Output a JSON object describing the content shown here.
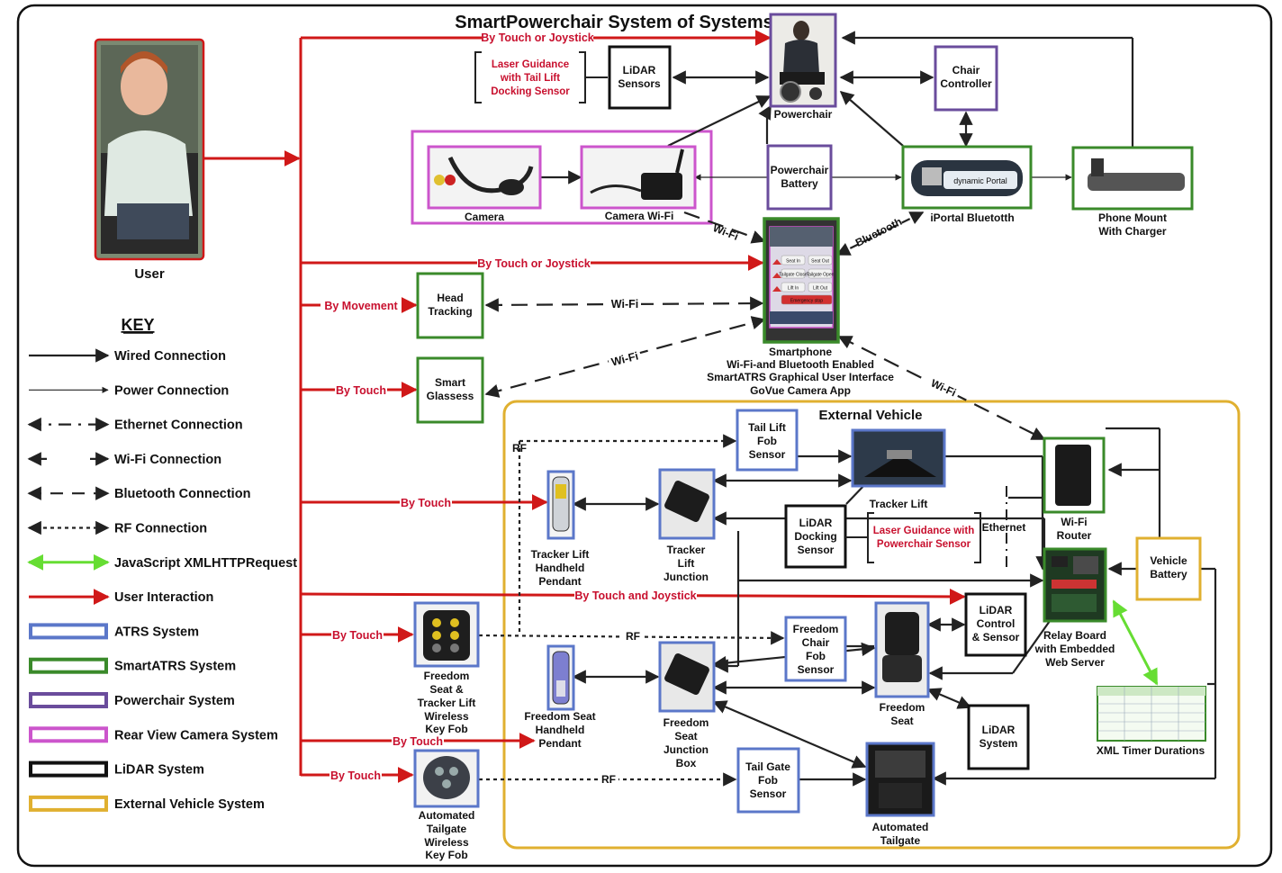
{
  "title": "SmartPowerchair System of Systems",
  "colors": {
    "atrs": "#5b77c9",
    "smartatrs": "#3a8a2a",
    "powerchair": "#6a4c9c",
    "camera": "#cc55cc",
    "lidar": "#111111",
    "vehicle": "#e0b030",
    "interaction": "#d01818",
    "xmlhttp": "#66dd33"
  },
  "user": {
    "label": "User"
  },
  "key": {
    "heading": "KEY",
    "items": [
      {
        "label": "Wired Connection",
        "style": "wired"
      },
      {
        "label": "Power Connection",
        "style": "power"
      },
      {
        "label": "Ethernet Connection",
        "style": "ethernet"
      },
      {
        "label": "Wi-Fi Connection",
        "style": "wifi"
      },
      {
        "label": "Bluetooth Connection",
        "style": "bluetooth"
      },
      {
        "label": "RF Connection",
        "style": "rf"
      },
      {
        "label": "JavaScript XMLHTTPRequest",
        "style": "xmlhttp"
      },
      {
        "label": "User Interaction",
        "style": "interaction"
      },
      {
        "label": "ATRS System",
        "style": "atrs-box"
      },
      {
        "label": "SmartATRS System",
        "style": "smartatrs-box"
      },
      {
        "label": "Powerchair System",
        "style": "powerchair-box"
      },
      {
        "label": "Rear View Camera System",
        "style": "camera-box"
      },
      {
        "label": "LiDAR System",
        "style": "lidar-box"
      },
      {
        "label": "External Vehicle System",
        "style": "vehicle-box"
      }
    ]
  },
  "nodes": {
    "lidar_sensors": [
      "LiDAR",
      "Sensors"
    ],
    "laser_guidance_1": [
      "Laser Guidance",
      "with Tail Lift",
      "Docking Sensor"
    ],
    "chair_controller": [
      "Chair",
      "Controller"
    ],
    "powerchair": "Powerchair",
    "powerchair_battery": [
      "Powerchair",
      "Battery"
    ],
    "camera": "Camera",
    "camera_wifi": "Camera Wi-Fi",
    "iportal": "iPortal Bluetotth",
    "iportal_device_text": "dynamic Portal",
    "phone_mount": [
      "Phone Mount",
      "With Charger"
    ],
    "smartphone": [
      "Smartphone",
      "Wi-Fi-and Bluetooth Enabled",
      "SmartATRS Graphical User Interface",
      "GoVue Camera App"
    ],
    "smartphone_buttons": [
      "Seat In",
      "Seat Out",
      "Tailgate Close",
      "Tailgate Open",
      "Lift In",
      "Lift Out",
      "Emergency stop"
    ],
    "head_tracking": [
      "Head",
      "Tracking"
    ],
    "smart_glasses": [
      "Smart",
      "Glassess"
    ],
    "external_vehicle": "External Vehicle",
    "tail_lift_fob": [
      "Tail Lift",
      "Fob",
      "Sensor"
    ],
    "tracker_lift": "Tracker Lift",
    "wifi_router": [
      "Wi-Fi",
      "Router"
    ],
    "tracker_lift_pendant": [
      "Tracker Lift",
      "Handheld",
      "Pendant"
    ],
    "tracker_lift_junction": [
      "Tracker",
      "Lift",
      "Junction"
    ],
    "lidar_docking": [
      "LiDAR",
      "Docking",
      "Sensor"
    ],
    "laser_guidance_2": [
      "Laser Guidance with",
      "Powerchair Sensor"
    ],
    "ethernet": "Ethernet",
    "vehicle_battery": [
      "Vehicle",
      "Battery"
    ],
    "relay_board": [
      "Relay Board",
      "with Embedded",
      "Web Server"
    ],
    "lidar_control": [
      "LiDAR",
      "Control",
      "& Sensor"
    ],
    "freedom_keyfob": [
      "Freedom",
      "Seat &",
      "Tracker Lift",
      "Wireless",
      "Key Fob"
    ],
    "freedom_chair_fob": [
      "Freedom",
      "Chair",
      "Fob",
      "Sensor"
    ],
    "freedom_seat": [
      "Freedom",
      "Seat"
    ],
    "freedom_pendant": [
      "Freedom Seat",
      "Handheld",
      "Pendant"
    ],
    "freedom_junction": [
      "Freedom",
      "Seat",
      "Junction",
      "Box"
    ],
    "lidar_system": [
      "LiDAR",
      "System"
    ],
    "xml_timer": "XML Timer Durations",
    "tailgate_keyfob": [
      "Automated",
      "Tailgate",
      "Wireless",
      "Key Fob"
    ],
    "tailgate_fob": [
      "Tail Gate",
      "Fob",
      "Sensor"
    ],
    "automated_tailgate": [
      "Automated",
      "Tailgate"
    ]
  },
  "edge_labels": {
    "by_touch_or_joystick_top": "By Touch or Joystick",
    "by_touch_or_joystick_phone": "By Touch or Joystick",
    "by_movement": "By Movement",
    "by_touch_glasses": "By Touch",
    "by_touch_pendant": "By Touch",
    "by_touch_and_joystick": "By Touch and Joystick",
    "by_touch_keyfob": "By Touch",
    "by_touch_freedom_pendant": "By Touch",
    "by_touch_tailgate": "By Touch",
    "wifi_camera": "Wi-Fi",
    "bluetooth": "Bluetooth",
    "wifi_head": "Wi-Fi",
    "wifi_glasses": "Wi-Fi",
    "wifi_router": "Wi-Fi",
    "rf_top": "RF",
    "rf_mid": "RF",
    "rf_bottom": "RF"
  }
}
